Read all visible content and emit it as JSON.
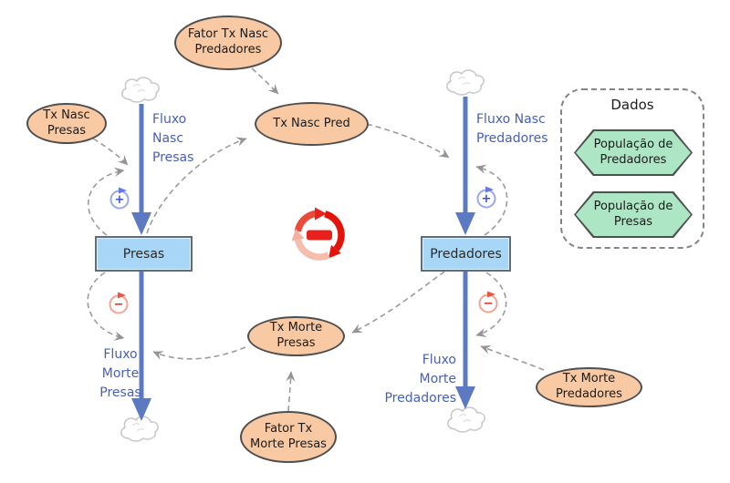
{
  "diagram": {
    "stocks": {
      "presas": {
        "label": "Presas"
      },
      "predadores": {
        "label": "Predadores"
      }
    },
    "flows": {
      "nasc_presas": {
        "label": "Fluxo\nNasc\nPresas"
      },
      "nasc_predadores": {
        "label": "Fluxo Nasc\nPredadores"
      },
      "morte_presas": {
        "label": "Fluxo\nMorte\nPresas"
      },
      "morte_predadores": {
        "label": "Fluxo\nMorte\nPredadores"
      }
    },
    "variables": {
      "tx_nasc_presas": {
        "label": "Tx Nasc\nPresas"
      },
      "fator_tx_nasc_predadores": {
        "label": "Fator Tx Nasc\nPredadores"
      },
      "tx_nasc_pred": {
        "label": "Tx Nasc Pred"
      },
      "tx_morte_presas": {
        "label": "Tx Morte\nPresas"
      },
      "fator_tx_morte_presas": {
        "label": "Fator Tx\nMorte Presas"
      },
      "tx_morte_predadores": {
        "label": "Tx Morte\nPredadores"
      }
    },
    "legend": {
      "title": "Dados",
      "items": [
        {
          "label": "População de\nPredadores"
        },
        {
          "label": "População de\nPresas"
        }
      ]
    },
    "signs": {
      "plus": "+",
      "minus": "−"
    },
    "colors": {
      "variable_fill": "#f8c9a3",
      "variable_border": "#4f4f4f",
      "stock_fill": "#a8d6f6",
      "stock_border": "#616c78",
      "flow_pipe": "#5b7ac1",
      "flow_label": "#4760b6",
      "connector": "#9b9b9b",
      "legend_hexagon_fill": "#ace6c4",
      "plus_loop": "#3b4fd4",
      "minus_loop": "#e8291b",
      "center_loop_red": "#e3150b"
    }
  }
}
